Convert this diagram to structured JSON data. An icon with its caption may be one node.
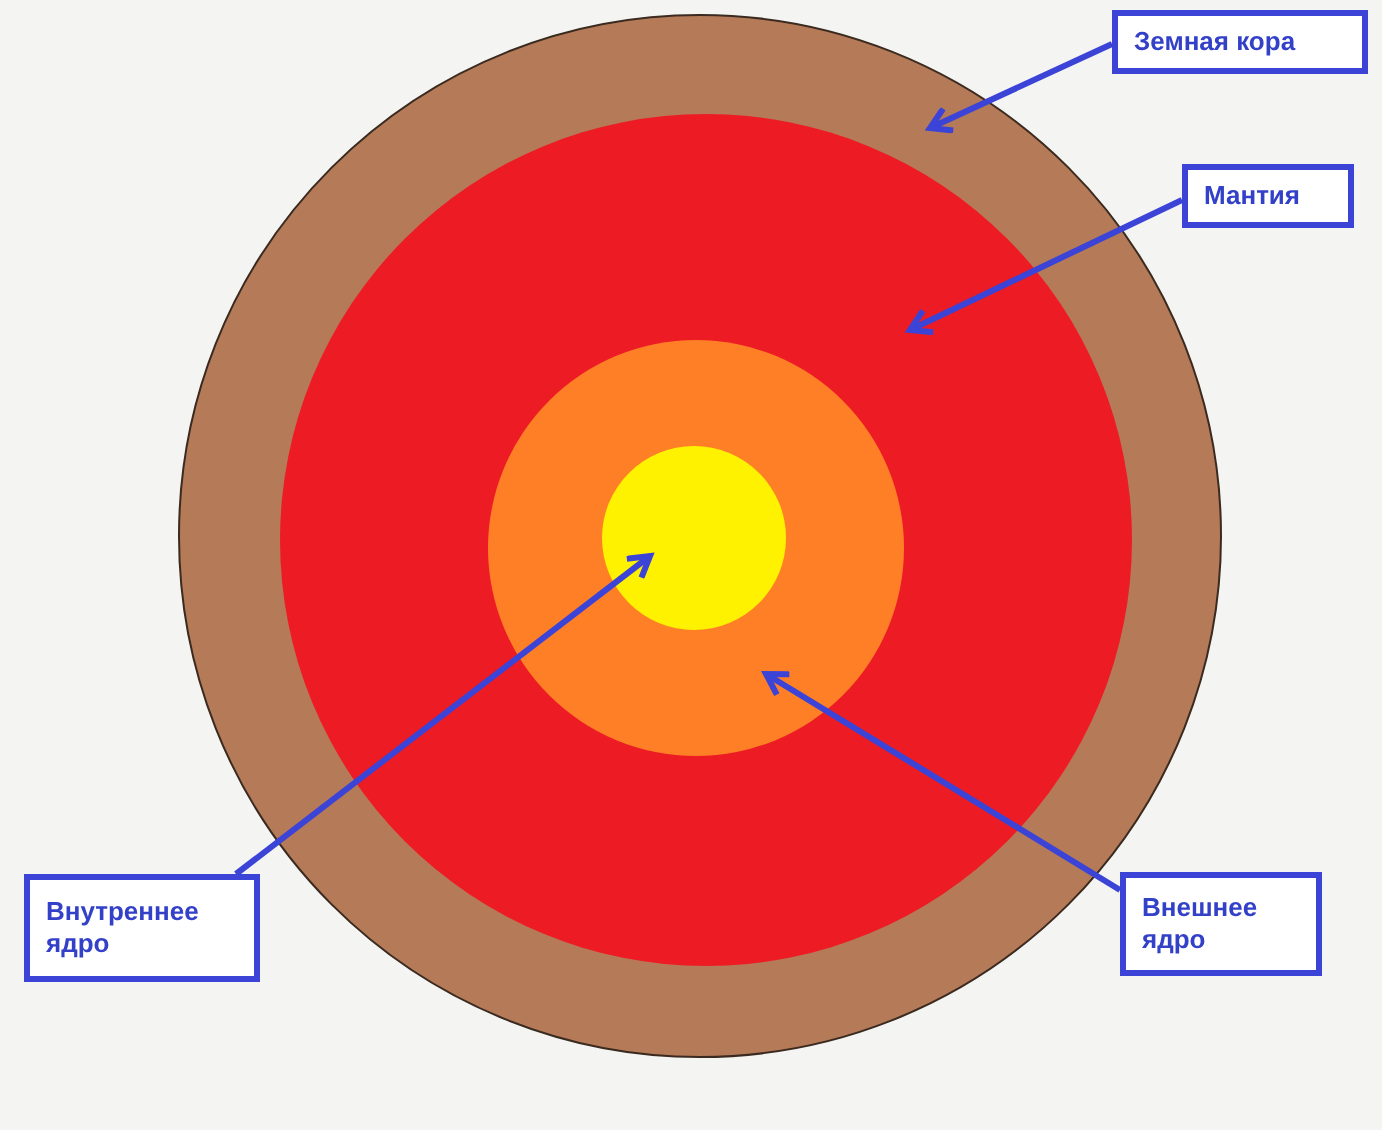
{
  "diagram": {
    "nodes": [
      {
        "text": [],
        "shape": "circle"
      },
      {
        "text": [],
        "shape": "circle",
        "in": 0
      },
      {
        "text": [],
        "shape": "circle",
        "in": 1
      },
      {
        "text": [],
        "shape": "circle",
        "in": 2
      },
      {
        "text": [
          "Земная кора"
        ]
      },
      {
        "text": [
          "Мантия"
        ]
      },
      {
        "text": [
          "Внутреннее ядро"
        ]
      },
      {
        "text": [
          "Внешнее ядро"
        ]
      }
    ],
    "edges": [
      {
        "from": 4,
        "to": 0,
        "arrow": "to"
      },
      {
        "from": 5,
        "to": 1,
        "arrow": "to"
      },
      {
        "from": 6,
        "to": 3,
        "arrow": "to"
      },
      {
        "from": 7,
        "to": 2,
        "arrow": "to"
      }
    ]
  }
}
